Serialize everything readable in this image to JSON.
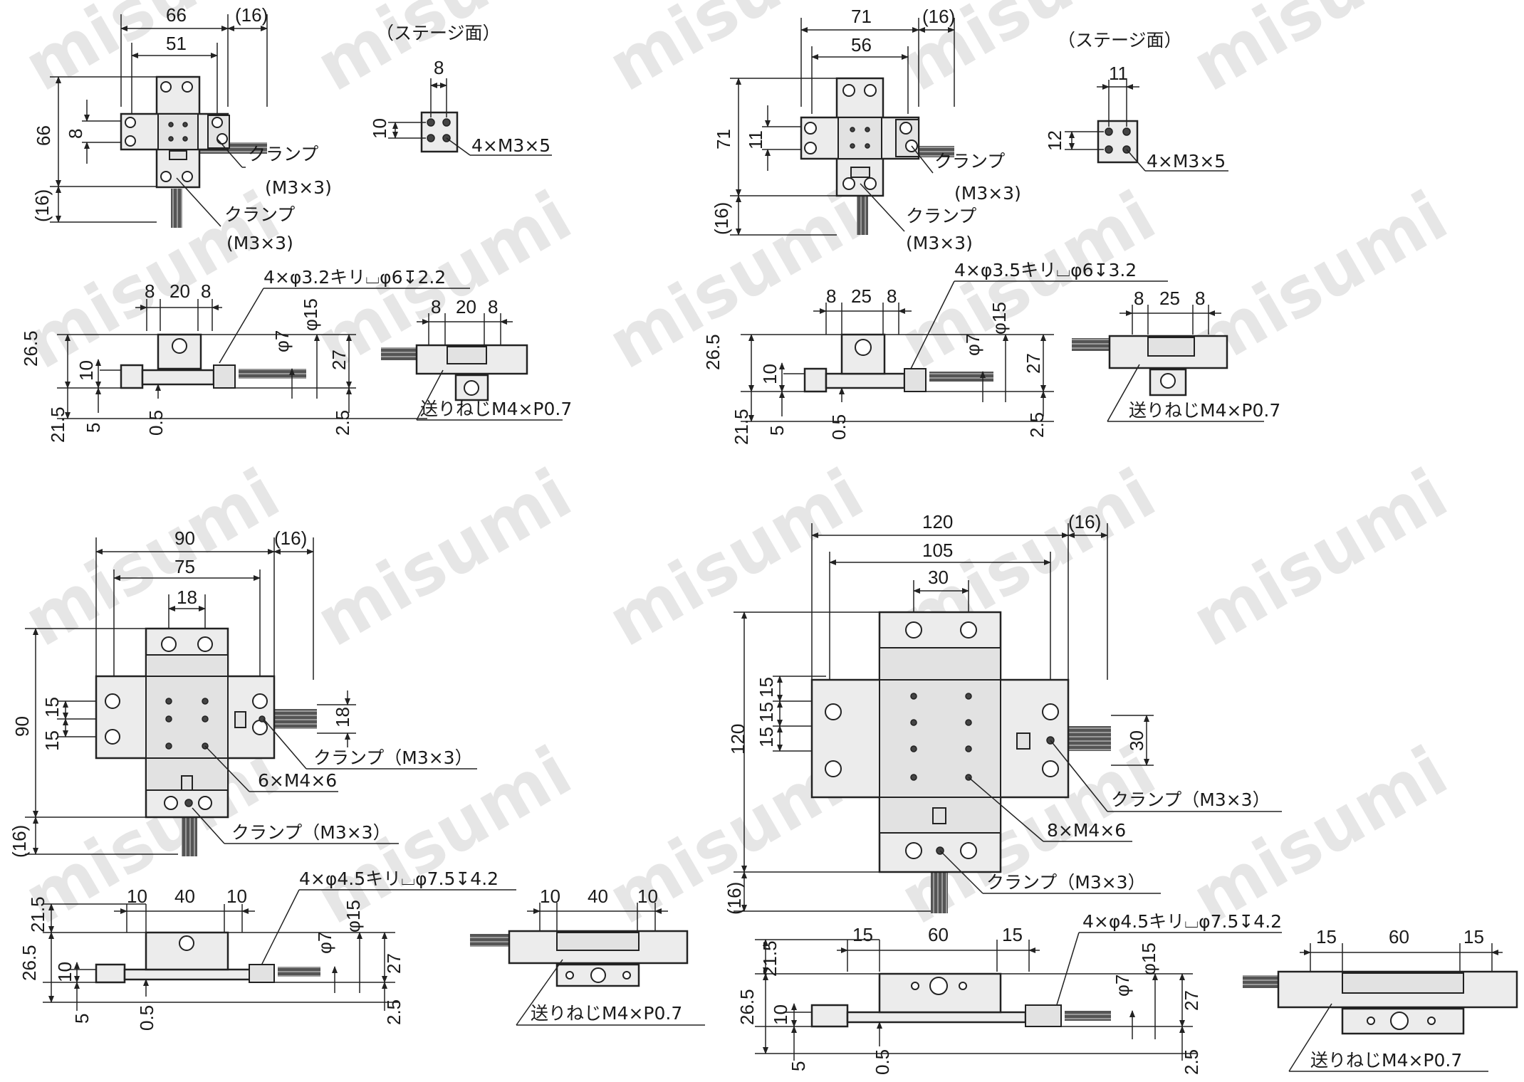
{
  "watermark": "misumi",
  "colors": {
    "line": "#222222",
    "fill": "#ececec",
    "watermark": "#e6e6e6"
  },
  "views": {
    "tl": {
      "stage_label": "（ステージ面）",
      "dim_66_w": "66",
      "dim_16_top": "(16)",
      "dim_51": "51",
      "dim_66_h": "66",
      "dim_8_left": "8",
      "dim_16_left": "(16)",
      "stage_dim_8": "8",
      "stage_dim_10": "10",
      "stage_tap": "4×M3×5",
      "clamp_label": "クランプ",
      "clamp_spec": "(M3×3)",
      "side_8a": "8",
      "side_20": "20",
      "side_8b": "8",
      "hole_spec": "4×φ3.2キリ⌴φ6↧2.2",
      "side_26_5": "26.5",
      "side_21_5": "21.5",
      "side_10": "10",
      "side_5": "5",
      "side_0_5": "0.5",
      "side_phi7": "φ7",
      "side_phi15": "φ15",
      "side_27": "27",
      "side_2_5": "2.5",
      "feed_8a": "8",
      "feed_20": "20",
      "feed_8b": "8",
      "feed_screw": "送りねじM4×P0.7"
    },
    "tr": {
      "stage_label": "（ステージ面）",
      "dim_71_w": "71",
      "dim_16_top": "(16)",
      "dim_56": "56",
      "dim_71_h": "71",
      "dim_11_left": "11",
      "dim_16_left": "(16)",
      "stage_dim_11": "11",
      "stage_dim_12": "12",
      "stage_tap": "4×M3×5",
      "clamp_label": "クランプ",
      "clamp_spec": "(M3×3)",
      "side_8a": "8",
      "side_25": "25",
      "side_8b": "8",
      "hole_spec": "4×φ3.5キリ⌴φ6↧3.2",
      "side_26_5": "26.5",
      "side_21_5": "21.5",
      "side_10": "10",
      "side_5": "5",
      "side_0_5": "0.5",
      "side_phi7": "φ7",
      "side_phi15": "φ15",
      "side_27": "27",
      "side_2_5": "2.5",
      "feed_8a": "8",
      "feed_25": "25",
      "feed_8b": "8",
      "feed_screw": "送りねじM4×P0.7"
    },
    "bl": {
      "dim_90_w": "90",
      "dim_16_top": "(16)",
      "dim_75": "75",
      "dim_18_top": "18",
      "dim_90_h": "90",
      "dim_15a": "15",
      "dim_15b": "15",
      "dim_16_left": "(16)",
      "dim_18_right": "18",
      "clamp_right": "クランプ（M3×3）",
      "tap_spec": "6×M4×6",
      "clamp_bottom": "クランプ（M3×3）",
      "side_10a": "10",
      "side_40": "40",
      "side_10b": "10",
      "hole_spec": "4×φ4.5キリ⌴φ7.5↧4.2",
      "side_21_5": "21.5",
      "side_26_5": "26.5",
      "side_10": "10",
      "side_5": "5",
      "side_0_5": "0.5",
      "side_phi7": "φ7",
      "side_phi15": "φ15",
      "side_27": "27",
      "side_2_5": "2.5",
      "feed_10a": "10",
      "feed_40": "40",
      "feed_10b": "10",
      "feed_screw": "送りねじM4×P0.7"
    },
    "br": {
      "dim_120_w": "120",
      "dim_16_top": "(16)",
      "dim_105": "105",
      "dim_30_top": "30",
      "dim_120_h": "120",
      "dim_15a": "15",
      "dim_15b": "15",
      "dim_15c": "15",
      "dim_16_left": "(16)",
      "dim_30_right": "30",
      "clamp_right": "クランプ（M3×3）",
      "tap_spec": "8×M4×6",
      "clamp_bottom": "クランプ（M3×3）",
      "side_15a": "15",
      "side_60": "60",
      "side_15b": "15",
      "hole_spec": "4×φ4.5キリ⌴φ7.5↧4.2",
      "side_21_5": "21.5",
      "side_26_5": "26.5",
      "side_10": "10",
      "side_5": "5",
      "side_0_5": "0.5",
      "side_phi7": "φ7",
      "side_phi15": "φ15",
      "side_27": "27",
      "side_2_5": "2.5",
      "feed_15a": "15",
      "feed_60": "60",
      "feed_15b": "15",
      "feed_screw": "送りねじM4×P0.7"
    }
  }
}
